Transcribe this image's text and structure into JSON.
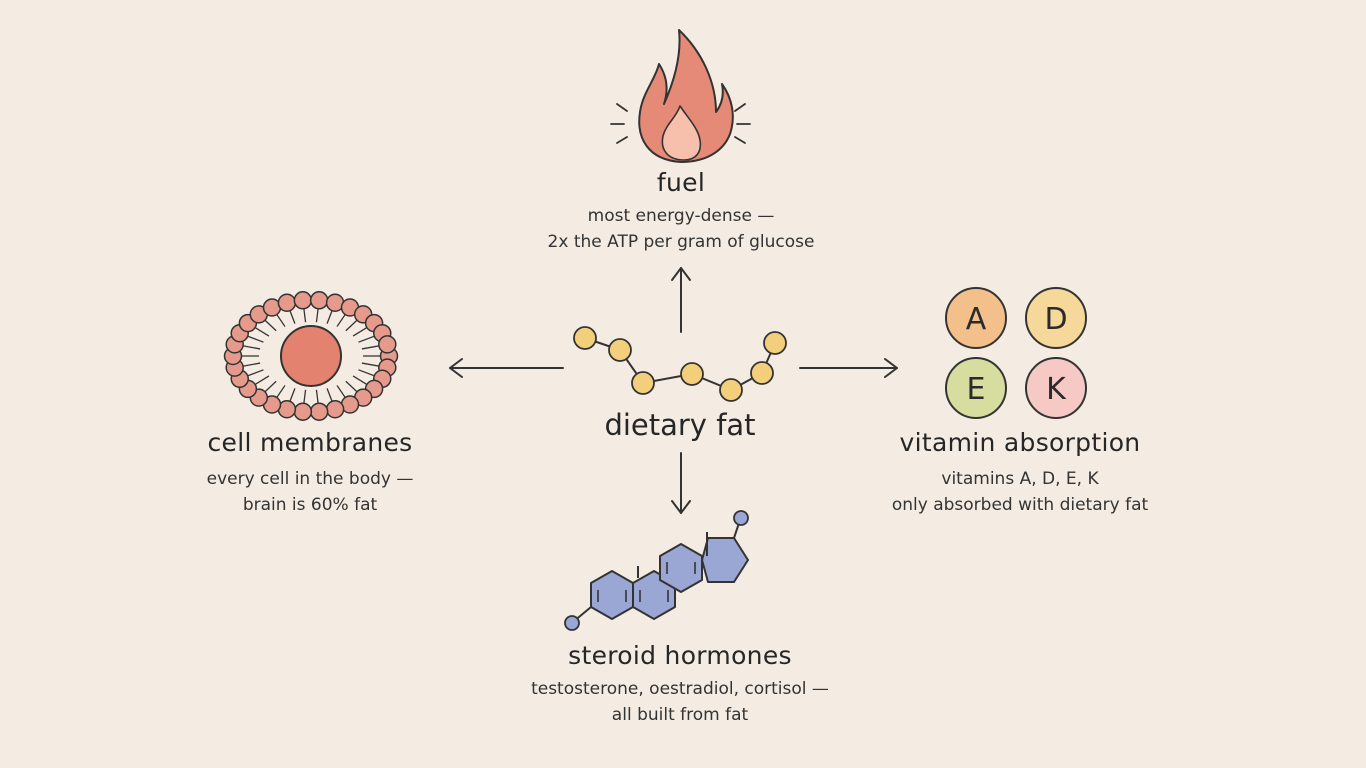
{
  "center": {
    "title": "dietary fat"
  },
  "fuel": {
    "title": "fuel",
    "line1": "most energy-dense —",
    "line2": "2x the ATP per gram of glucose",
    "icon": "flame-icon"
  },
  "membranes": {
    "title": "cell membranes",
    "line1": "every cell in the body —",
    "line2": "brain is 60% fat",
    "icon": "lipid-bilayer-cell-icon"
  },
  "vitamins": {
    "title": "vitamin absorption",
    "line1": "vitamins A, D, E, K",
    "line2": "only absorbed with dietary fat",
    "badges": [
      "A",
      "D",
      "E",
      "K"
    ],
    "colors": [
      "#f3c08c",
      "#f6d89a",
      "#d7dd9f",
      "#f6c9c4"
    ]
  },
  "hormones": {
    "title": "steroid hormones",
    "line1": "testosterone, oestradiol, cortisol —",
    "line2": "all built from fat",
    "icon": "steroid-molecule-icon"
  },
  "colors": {
    "background": "#f4ece3",
    "flame": "#e68a78",
    "cell": "#e59a8c",
    "molecule_gold": "#f3cf7c",
    "steroid_blue": "#9aa6d4"
  }
}
